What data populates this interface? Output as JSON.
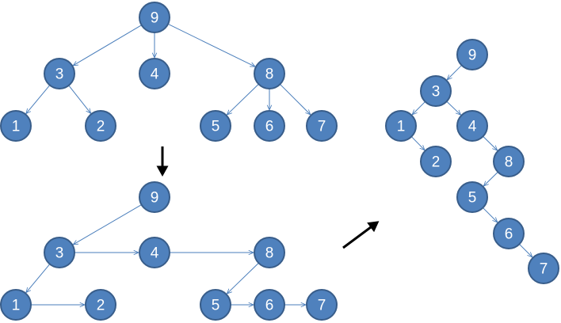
{
  "diagram": {
    "colors": {
      "node_fill": "#4f81bd",
      "node_stroke": "#385d8a",
      "edge": "#4a7ebb",
      "label": "#ffffff",
      "transition_arrow": "#000000"
    },
    "tree_original": {
      "nodes": [
        "9",
        "3",
        "4",
        "8",
        "1",
        "2",
        "5",
        "6",
        "7"
      ],
      "edges": [
        [
          "9",
          "3"
        ],
        [
          "9",
          "4"
        ],
        [
          "9",
          "8"
        ],
        [
          "3",
          "1"
        ],
        [
          "3",
          "2"
        ],
        [
          "8",
          "5"
        ],
        [
          "8",
          "6"
        ],
        [
          "8",
          "7"
        ]
      ]
    },
    "tree_left_child_right_sibling": {
      "nodes": [
        "9",
        "3",
        "4",
        "8",
        "1",
        "2",
        "5",
        "6",
        "7"
      ],
      "edges": [
        [
          "9",
          "3"
        ],
        [
          "3",
          "4"
        ],
        [
          "4",
          "8"
        ],
        [
          "3",
          "1"
        ],
        [
          "1",
          "2"
        ],
        [
          "8",
          "5"
        ],
        [
          "5",
          "6"
        ],
        [
          "6",
          "7"
        ]
      ]
    },
    "tree_binary": {
      "nodes": [
        "9",
        "3",
        "1",
        "4",
        "2",
        "8",
        "5",
        "6",
        "7"
      ],
      "edges": [
        [
          "9",
          "3"
        ],
        [
          "3",
          "1"
        ],
        [
          "3",
          "4"
        ],
        [
          "1",
          "2"
        ],
        [
          "4",
          "8"
        ],
        [
          "8",
          "5"
        ],
        [
          "5",
          "6"
        ],
        [
          "6",
          "7"
        ]
      ]
    }
  }
}
